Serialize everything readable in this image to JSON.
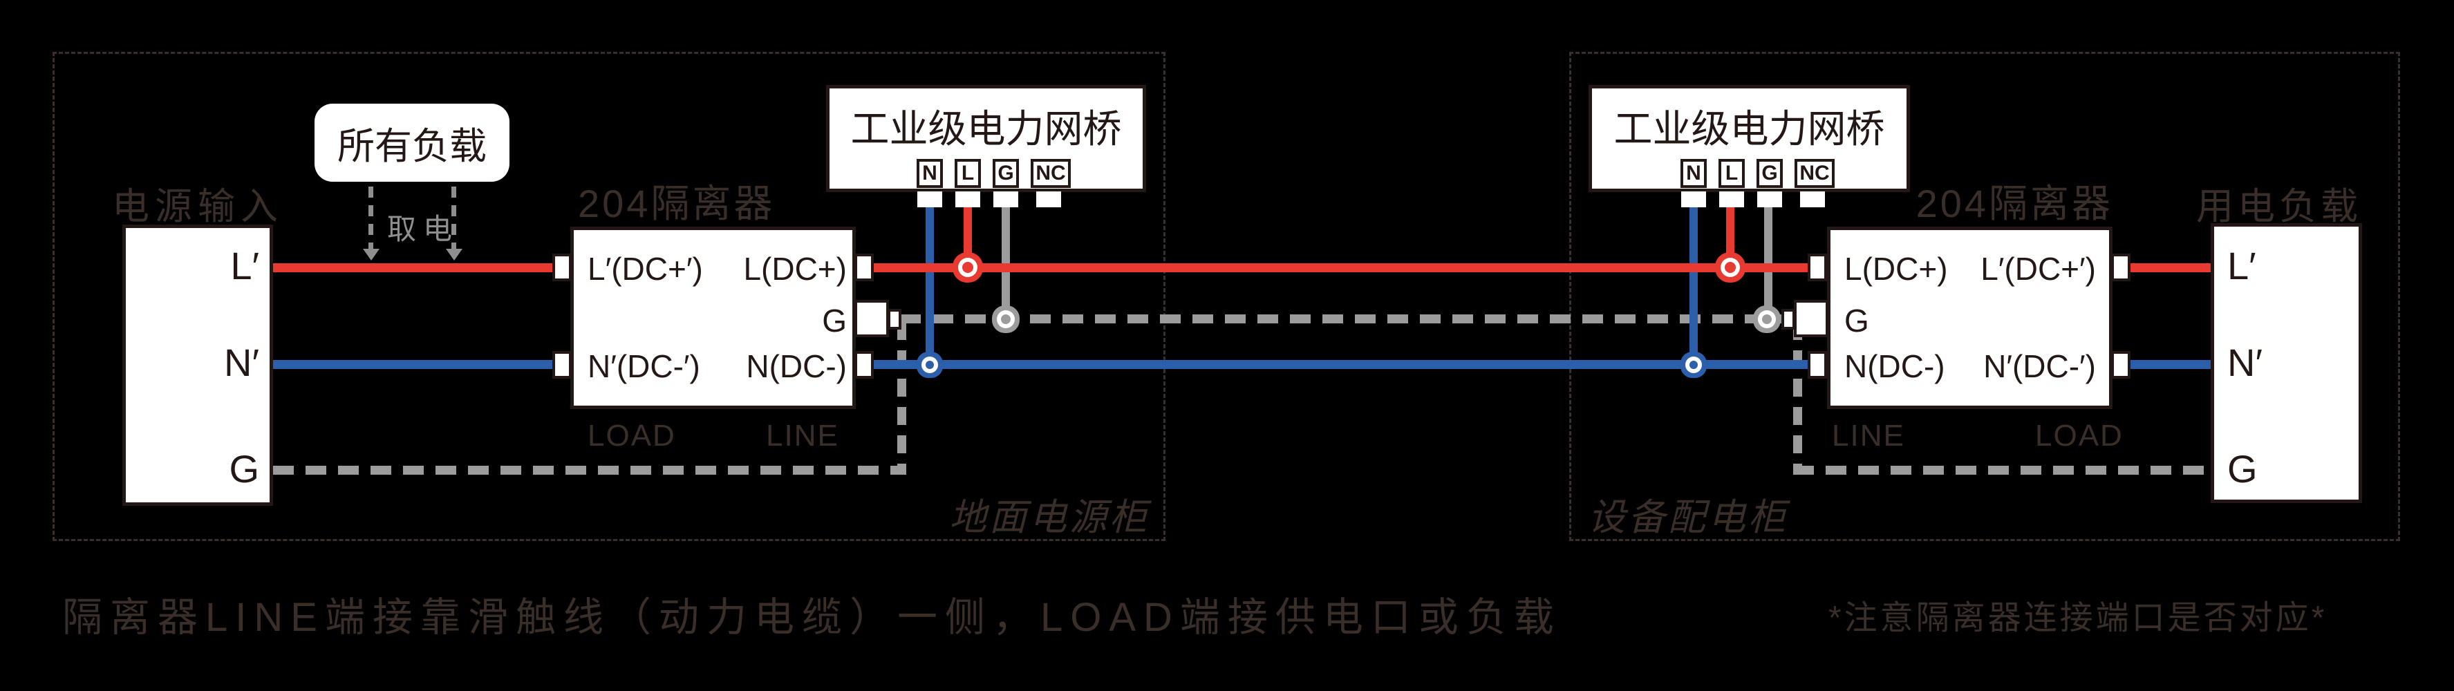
{
  "colors": {
    "background": "#000000",
    "wire_live_red": "#e83a30",
    "wire_neutral_blue": "#2b5fac",
    "wire_ground_gray": "#9c9c9c",
    "outside_label_dark": "#3a2e28",
    "box_text_black": "#231815"
  },
  "regions": {
    "left_cabinet_label": "地面电源柜",
    "right_cabinet_label": "设备配电柜"
  },
  "source_box": {
    "title": "电源输入",
    "terminal_l": "L′",
    "terminal_n": "N′",
    "terminal_g": "G"
  },
  "load_box": {
    "title": "用电负载",
    "terminal_l": "L′",
    "terminal_n": "N′",
    "terminal_g": "G"
  },
  "all_loads": {
    "label": "所有负载",
    "tap_label": "取电"
  },
  "bridge": {
    "title": "工业级电力网桥",
    "term_n": "N",
    "term_l": "L",
    "term_g": "G",
    "term_nc": "NC"
  },
  "isolator_left": {
    "title": "204隔离器",
    "load_l": "L′(DC+′)",
    "load_n": "N′(DC-′)",
    "line_l": "L(DC+)",
    "line_g": "G",
    "line_n": "N(DC-)",
    "load_side": "LOAD",
    "line_side": "LINE"
  },
  "isolator_right": {
    "title": "204隔离器",
    "line_l": "L(DC+)",
    "line_g": "G",
    "line_n": "N(DC-)",
    "load_l": "L′(DC+′)",
    "load_n": "N′(DC-′)",
    "line_side": "LINE",
    "load_side": "LOAD"
  },
  "footer": {
    "main_note": "隔离器LINE端接靠滑触线（动力电缆）一侧，LOAD端接供电口或负载",
    "side_note": "*注意隔离器连接端口是否对应*"
  }
}
